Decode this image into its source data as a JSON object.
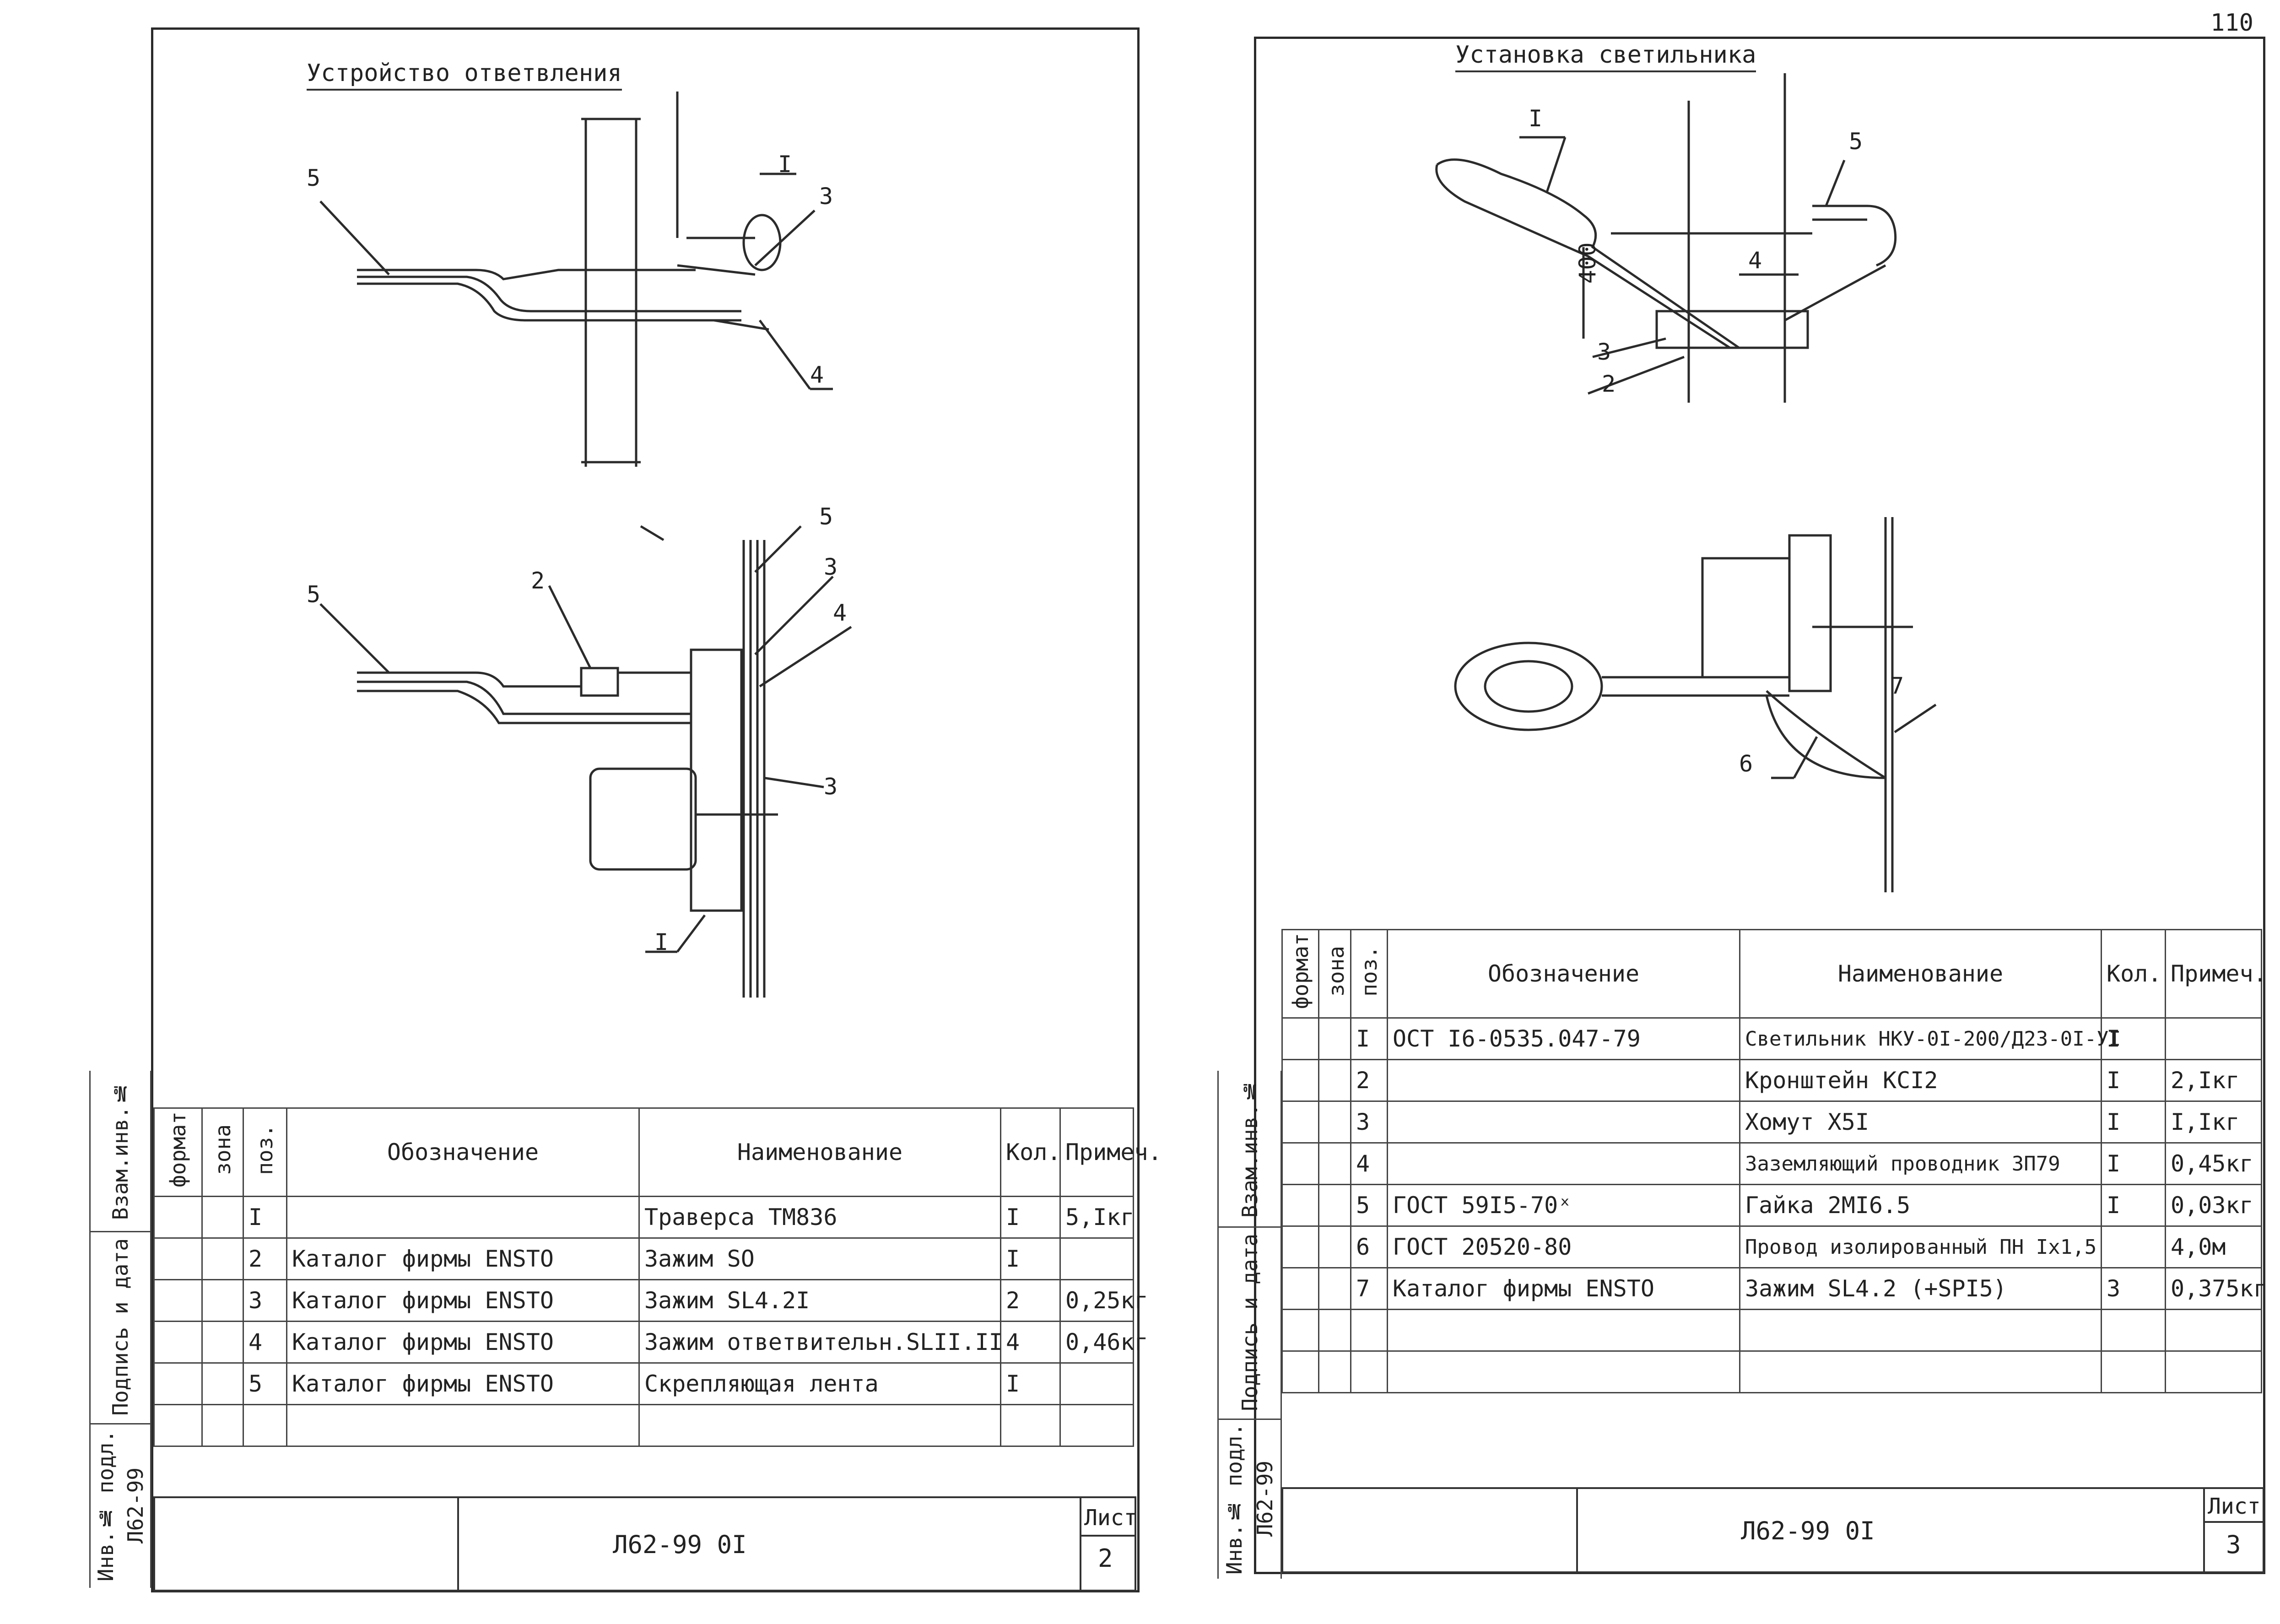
{
  "left_sheet": {
    "title_top": "Устройство ответвления",
    "callouts_top": [
      "5",
      "I",
      "3",
      "4"
    ],
    "callouts_bottom": [
      "5",
      "5",
      "2",
      "3",
      "4",
      "3",
      "I"
    ],
    "side_labels": [
      "Взам.инв.№",
      "Подпись и дата",
      "Инв.№ подл.",
      "Л62-99"
    ],
    "table": {
      "headers": {
        "format": "формат",
        "zone": "зона",
        "pos": "поз.",
        "designation": "Обозначение",
        "name": "Наименование",
        "qty": "Кол.",
        "note": "Примеч."
      },
      "rows": [
        {
          "pos": "I",
          "designation": "",
          "name": "Траверса ТМ836",
          "qty": "I",
          "note": "5,Iкг"
        },
        {
          "pos": "2",
          "designation": "Каталог фирмы ENSTO",
          "name": "Зажим SO",
          "qty": "I",
          "note": ""
        },
        {
          "pos": "3",
          "designation": "Каталог фирмы ENSTO",
          "name": "Зажим SL4.2I",
          "qty": "2",
          "note": "0,25кг"
        },
        {
          "pos": "4",
          "designation": "Каталог фирмы ENSTO",
          "name": "Зажим ответвительн.SLII.II",
          "qty": "4",
          "note": "0,46кг"
        },
        {
          "pos": "5",
          "designation": "Каталог фирмы ENSTO",
          "name": "Скрепляющая лента",
          "qty": "I",
          "note": ""
        },
        {
          "pos": "",
          "designation": "",
          "name": "",
          "qty": "",
          "note": ""
        },
        {
          "pos": "",
          "designation": "",
          "name": "",
          "qty": "",
          "note": ""
        }
      ]
    },
    "stamp": {
      "code": "Л62-99 0I",
      "sheet_label": "Лист",
      "sheet_number": "2"
    }
  },
  "right_sheet": {
    "page_number": "110",
    "title_top": "Установка светильника",
    "callouts_top": [
      "I",
      "5",
      "4",
      "400",
      "3",
      "2"
    ],
    "callouts_bottom": [
      "7",
      "6"
    ],
    "side_labels": [
      "Взам.инв.№",
      "Подпись и дата",
      "Инв.№ подл.",
      "Л62-99"
    ],
    "table": {
      "headers": {
        "format": "формат",
        "zone": "зона",
        "pos": "поз.",
        "designation": "Обозначение",
        "name": "Наименование",
        "qty": "Кол.",
        "note": "Примеч."
      },
      "rows": [
        {
          "pos": "I",
          "designation": "ОСТ I6-0535.047-79",
          "name": "Светильник НКУ-0I-200/Д23-0I-УI",
          "qty": "I",
          "note": ""
        },
        {
          "pos": "2",
          "designation": "",
          "name": "Кронштейн КСI2",
          "qty": "I",
          "note": "2,Iкг"
        },
        {
          "pos": "3",
          "designation": "",
          "name": "Хомут Х5I",
          "qty": "I",
          "note": "I,Iкг"
        },
        {
          "pos": "4",
          "designation": "",
          "name": "Заземляющий проводник ЗП79",
          "qty": "I",
          "note": "0,45кг"
        },
        {
          "pos": "5",
          "designation": "ГОСТ 59I5-70ˣ",
          "name": "Гайка 2МI6.5",
          "qty": "I",
          "note": "0,03кг"
        },
        {
          "pos": "6",
          "designation": "ГОСТ 20520-80",
          "name": "Провод изолированный ПН Ix1,5",
          "qty": "",
          "note": "4,0м"
        },
        {
          "pos": "7",
          "designation": "Каталог фирмы ENSTO",
          "name": "Зажим SL4.2 (+SPI5)",
          "qty": "3",
          "note": "0,375кг"
        },
        {
          "pos": "",
          "designation": "",
          "name": "",
          "qty": "",
          "note": ""
        },
        {
          "pos": "",
          "designation": "",
          "name": "",
          "qty": "",
          "note": ""
        }
      ]
    },
    "stamp": {
      "code": "Л62-99 0I",
      "sheet_label": "Лист",
      "sheet_number": "3"
    }
  }
}
